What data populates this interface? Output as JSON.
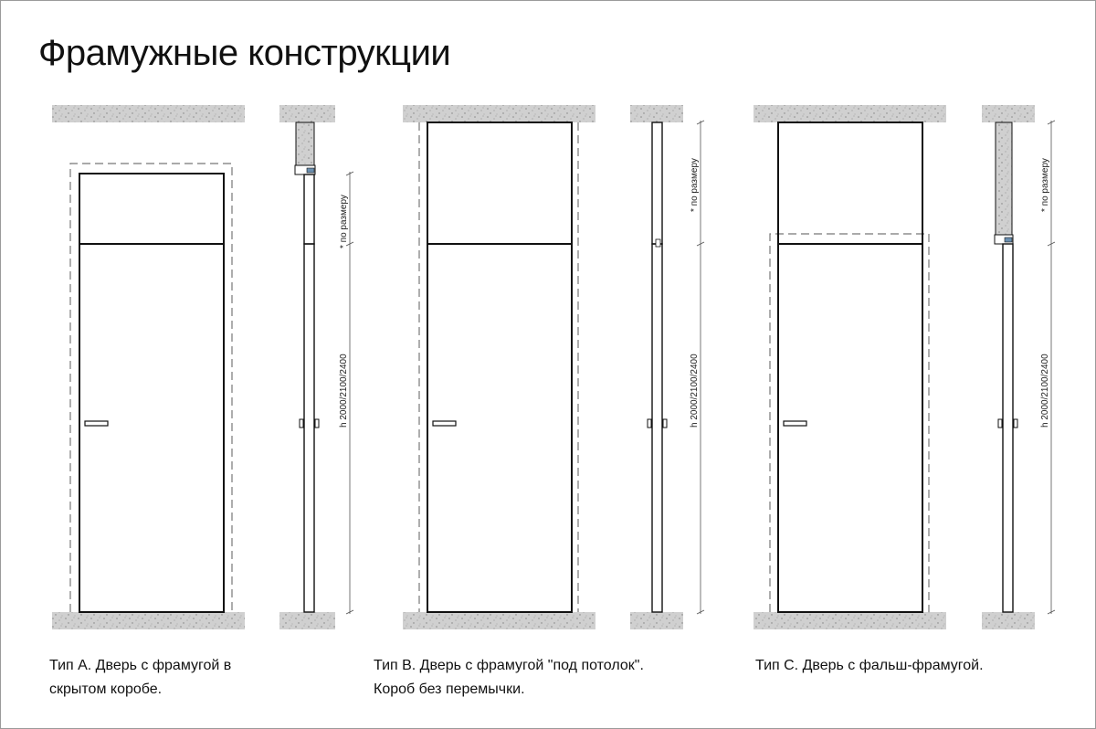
{
  "title": "Фрамужные конструкции",
  "captions": {
    "a": {
      "line1": "Тип А. Дверь с фрамугой  в",
      "line2": "скрытом коробе."
    },
    "b": {
      "line1": "Тип В. Дверь с фрамугой \"под потолок\".",
      "line2": "Короб без перемычки."
    },
    "c": {
      "line1": "Тип С. Дверь с фальш-фрамугой."
    }
  },
  "dimensions": {
    "transom_height": "* по размеру",
    "door_height": "h 2000/2100/2400"
  },
  "colors": {
    "line": "#111111",
    "dash": "#777777",
    "concrete": "#d0d0d0"
  }
}
